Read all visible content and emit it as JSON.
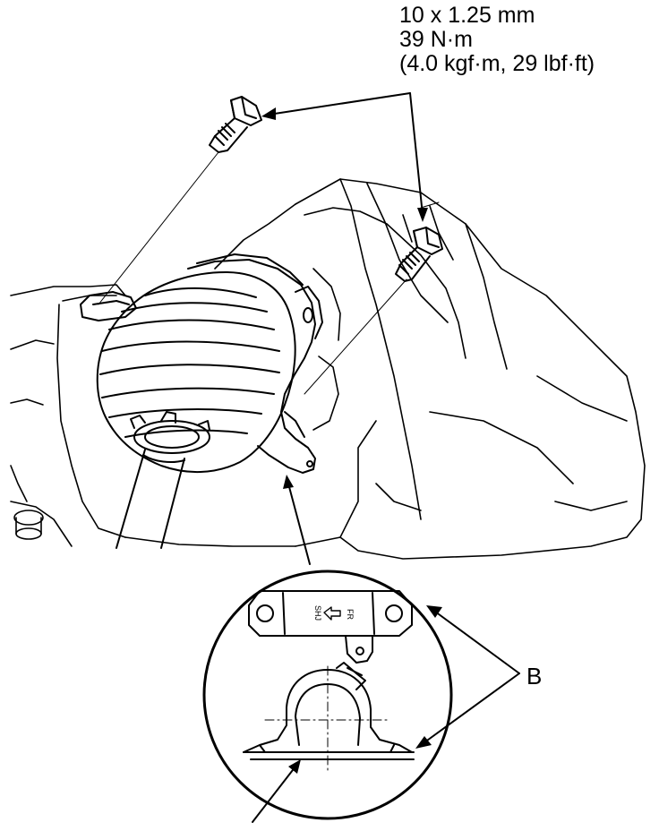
{
  "torque_spec": {
    "thread": "10 x 1.25 mm",
    "torque_nm": "39 N·m",
    "torque_alt": "(4.0 kgf·m, 29 lbf·ft)"
  },
  "callouts": {
    "b": "B"
  },
  "bracket_marking": {
    "line1": "FR",
    "line2": "SHJ"
  },
  "colors": {
    "ink": "#000000",
    "paper": "#ffffff"
  }
}
